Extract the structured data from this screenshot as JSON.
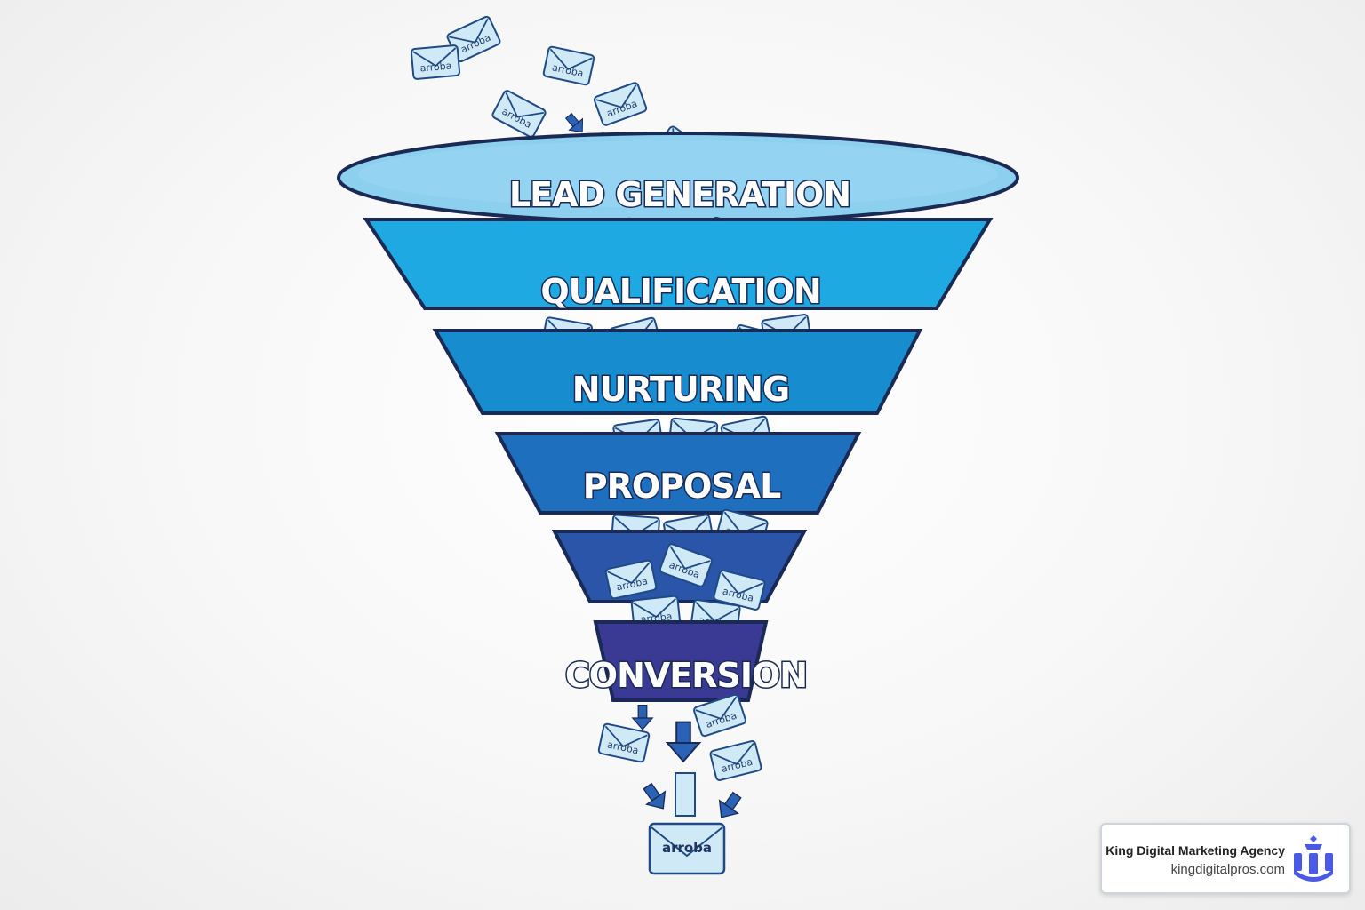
{
  "diagram": {
    "stages": [
      {
        "label": "LEAD GENERATION",
        "color": "#8ccfee"
      },
      {
        "label": "QUALIFICATION",
        "color": "#1ea9e3"
      },
      {
        "label": "NURTURING",
        "color": "#178ccf"
      },
      {
        "label": "PROPOSAL",
        "color": "#1f6fbf"
      },
      {
        "label": "",
        "color": "#2a55a8"
      },
      {
        "label": "CONVERSION",
        "color": "#3a3a94"
      }
    ],
    "envelope_text": "arroba",
    "outline_color": "#1a2a55"
  },
  "badge": {
    "name": "King Digital Marketing Agency",
    "url": "kingdigitalpros.com",
    "logo_color": "#4a5ae8"
  }
}
